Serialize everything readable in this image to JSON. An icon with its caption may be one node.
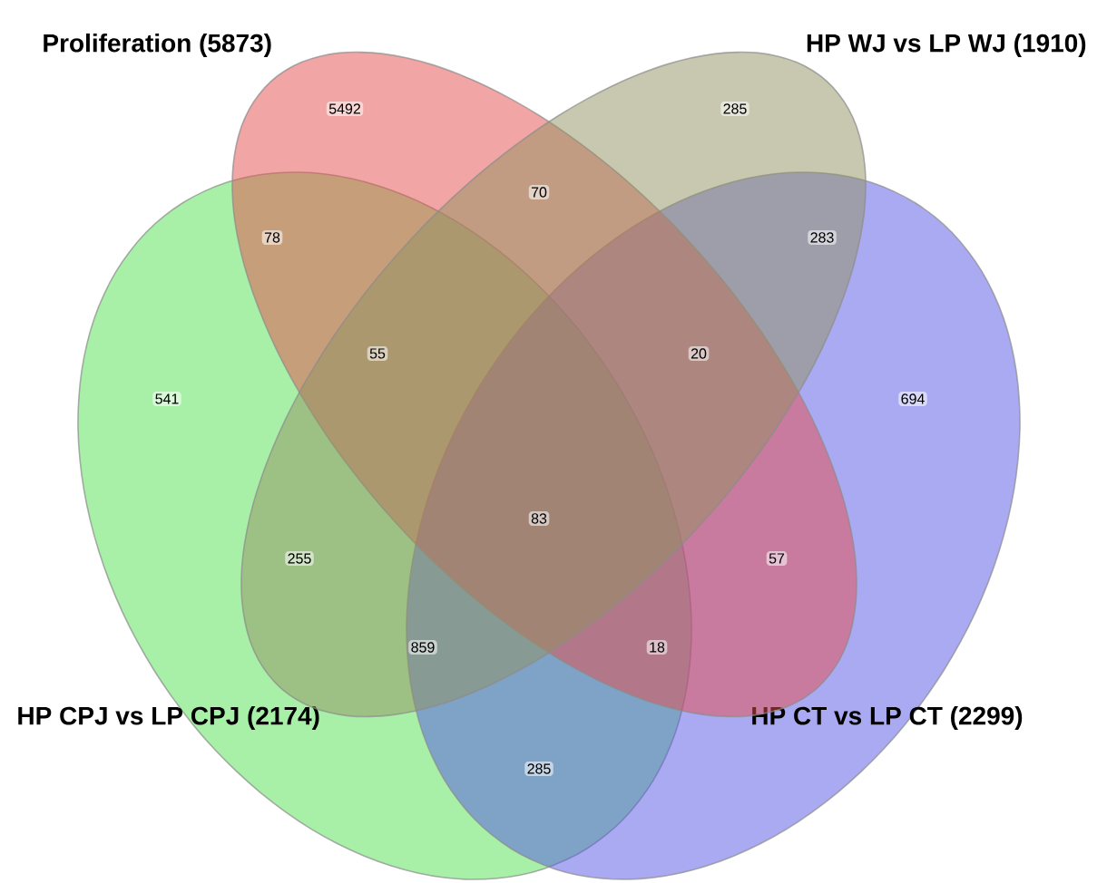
{
  "diagram": {
    "nodes": [
      {
        "text": [
          "Proliferation (5873)"
        ]
      },
      {
        "text": [
          "HP WJ vs LP WJ (1910)"
        ]
      },
      {
        "text": [
          "HP CPJ vs LP CPJ (2174)"
        ]
      },
      {
        "text": [
          "HP CT vs LP CT (2299)"
        ]
      }
    ],
    "labels": [
      "5492",
      "285",
      "70",
      "78",
      "283",
      "55",
      "20",
      "541",
      "694",
      "83",
      "255",
      "57",
      "859",
      "18",
      "285"
    ]
  }
}
